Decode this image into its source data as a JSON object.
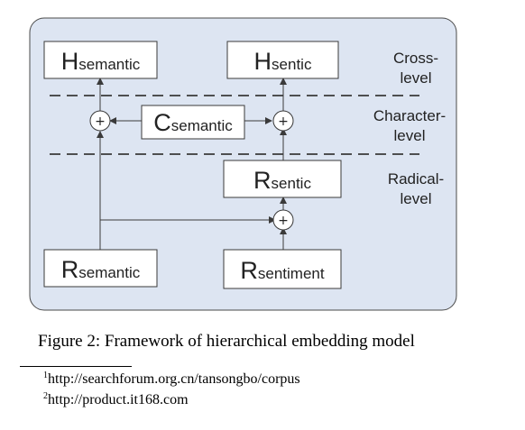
{
  "nodes": {
    "h_semantic": {
      "big": "H",
      "small": "semantic"
    },
    "h_sentic": {
      "big": "H",
      "small": "sentic"
    },
    "c_semantic": {
      "big": "C",
      "small": "semantic"
    },
    "r_sentic": {
      "big": "R",
      "small": "sentic"
    },
    "r_semantic": {
      "big": "R",
      "small": "semantic"
    },
    "r_sentiment": {
      "big": "R",
      "small": "sentiment"
    }
  },
  "operator_symbol": "+",
  "levels": {
    "cross": {
      "line1": "Cross-",
      "line2": "level"
    },
    "character": {
      "line1": "Character-",
      "line2": "level"
    },
    "radical": {
      "line1": "Radical-",
      "line2": "level"
    }
  },
  "caption": "Figure 2: Framework of hierarchical embedding model",
  "footnotes": [
    {
      "mark": "1",
      "text": "http://searchforum.org.cn/tansongbo/corpus"
    },
    {
      "mark": "2",
      "text": "http://product.it168.com"
    }
  ],
  "colors": {
    "panel_fill": "#dde5f2",
    "panel_border": "#4a4a4a",
    "box_fill": "#ffffff",
    "line": "#3a3a3a",
    "text": "#222222"
  }
}
